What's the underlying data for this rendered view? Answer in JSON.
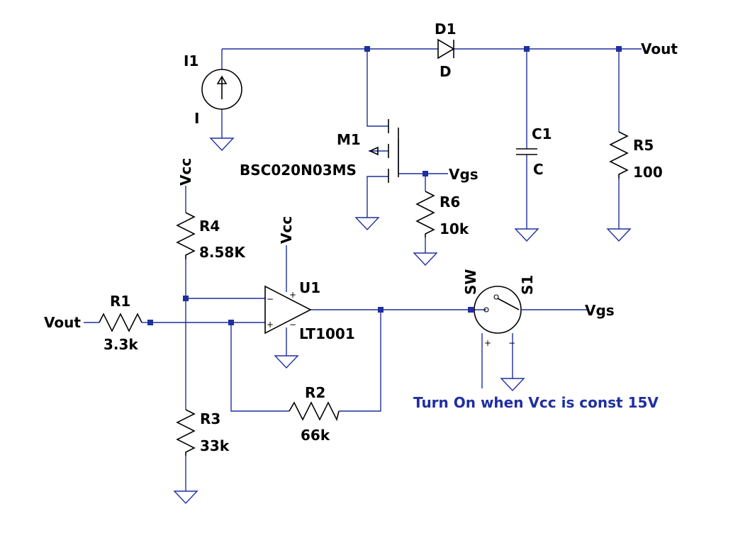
{
  "components": {
    "i1": {
      "name": "I1",
      "value": "I"
    },
    "d1": {
      "name": "D1",
      "value": "D"
    },
    "m1": {
      "name": "M1",
      "value": "BSC020N03MS"
    },
    "c1": {
      "name": "C1",
      "value": "C"
    },
    "r5": {
      "name": "R5",
      "value": "100"
    },
    "r6": {
      "name": "R6",
      "value": "10k"
    },
    "r4": {
      "name": "R4",
      "value": "8.58K"
    },
    "r1": {
      "name": "R1",
      "value": "3.3k"
    },
    "r3": {
      "name": "R3",
      "value": "33k"
    },
    "r2": {
      "name": "R2",
      "value": "66k"
    },
    "u1": {
      "name": "U1",
      "value": "LT1001"
    },
    "s1": {
      "name": "S1",
      "value": "SW"
    }
  },
  "nets": {
    "vout_right": "Vout",
    "vout_left": "Vout",
    "vgs_mosfet": "Vgs",
    "vgs_switch": "Vgs",
    "vcc_r4": "Vcc",
    "vcc_opamp": "Vcc"
  },
  "pins": {
    "plus": "+",
    "minus": "−"
  },
  "switch_pins": {
    "plus": "+",
    "minus": "−"
  },
  "annotation": "Turn On when Vcc is const 15V",
  "colors": {
    "wire": "#1f2fa0",
    "component": "#000000",
    "note": "#1f2fa0",
    "background": "#ffffff"
  }
}
